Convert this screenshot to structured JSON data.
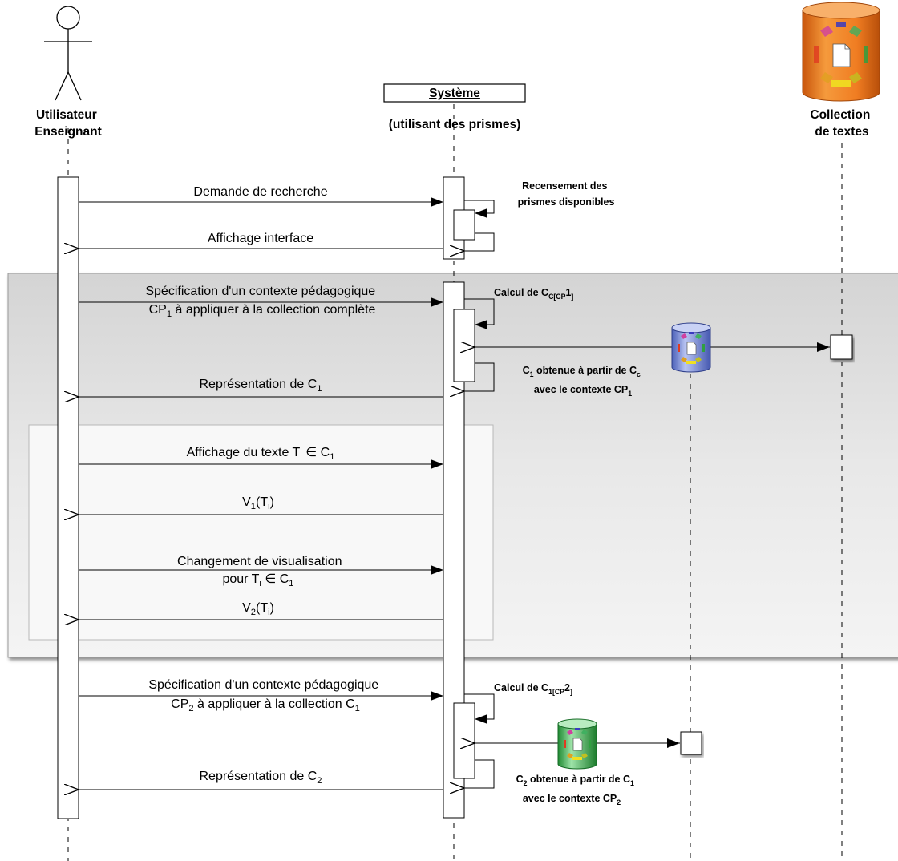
{
  "actors": {
    "user": "Utilisateur\nEnseignant",
    "system": "Système",
    "system_sub": "(utilisant des prismes)",
    "collection": "Collection\nde textes"
  },
  "messages": {
    "m1": "Demande de recherche",
    "m2": "Affichage interface",
    "m3_line1": "Spécification d'un contexte pédagogique",
    "m3_line2": [
      "CP",
      "1",
      " à appliquer à la collection complète"
    ],
    "m4": [
      "Représentation de C",
      "1"
    ],
    "m5": [
      "Affichage du texte T",
      "i",
      " ∈ C",
      "1"
    ],
    "m6": [
      "V",
      "1",
      "(T",
      "i",
      ")"
    ],
    "m7_line1": "Changement de visualisation",
    "m7_line2": [
      "pour T",
      "i",
      " ∈ C",
      "1"
    ],
    "m8": [
      "V",
      "2",
      "(T",
      "i",
      ")"
    ],
    "m9_line1": "Spécification d'un contexte pédagogique",
    "m9_line2": [
      "CP",
      "2",
      " à appliquer à la collection C",
      "1"
    ],
    "m10": [
      "Représentation de C",
      "2"
    ]
  },
  "notes": {
    "census_line1": "Recensement des",
    "census_line2": "prismes disponibles",
    "calc1": [
      "Calcul de C",
      "C[CP",
      "1",
      "]"
    ],
    "result1_line1": [
      "C",
      "1",
      " obtenue à partir de C",
      "c"
    ],
    "result1_line2": [
      "avec le contexte CP",
      "1"
    ],
    "calc2": [
      "Calcul de C",
      "1[CP",
      "2",
      "]"
    ],
    "result2_line1": [
      "C",
      "2",
      " obtenue à partir de C",
      "1"
    ],
    "result2_line2": [
      "avec le contexte CP",
      "2"
    ]
  },
  "colors": {
    "frame_fill": "#e4e4e4",
    "inner_frame_fill": "#f7f7f7",
    "collection_orange": "#e8731c",
    "blue_db": "#6e86d8",
    "green_db": "#3aa64a"
  },
  "icons": [
    "stick-figure-icon",
    "database-icon",
    "prism-icon",
    "document-icon"
  ]
}
